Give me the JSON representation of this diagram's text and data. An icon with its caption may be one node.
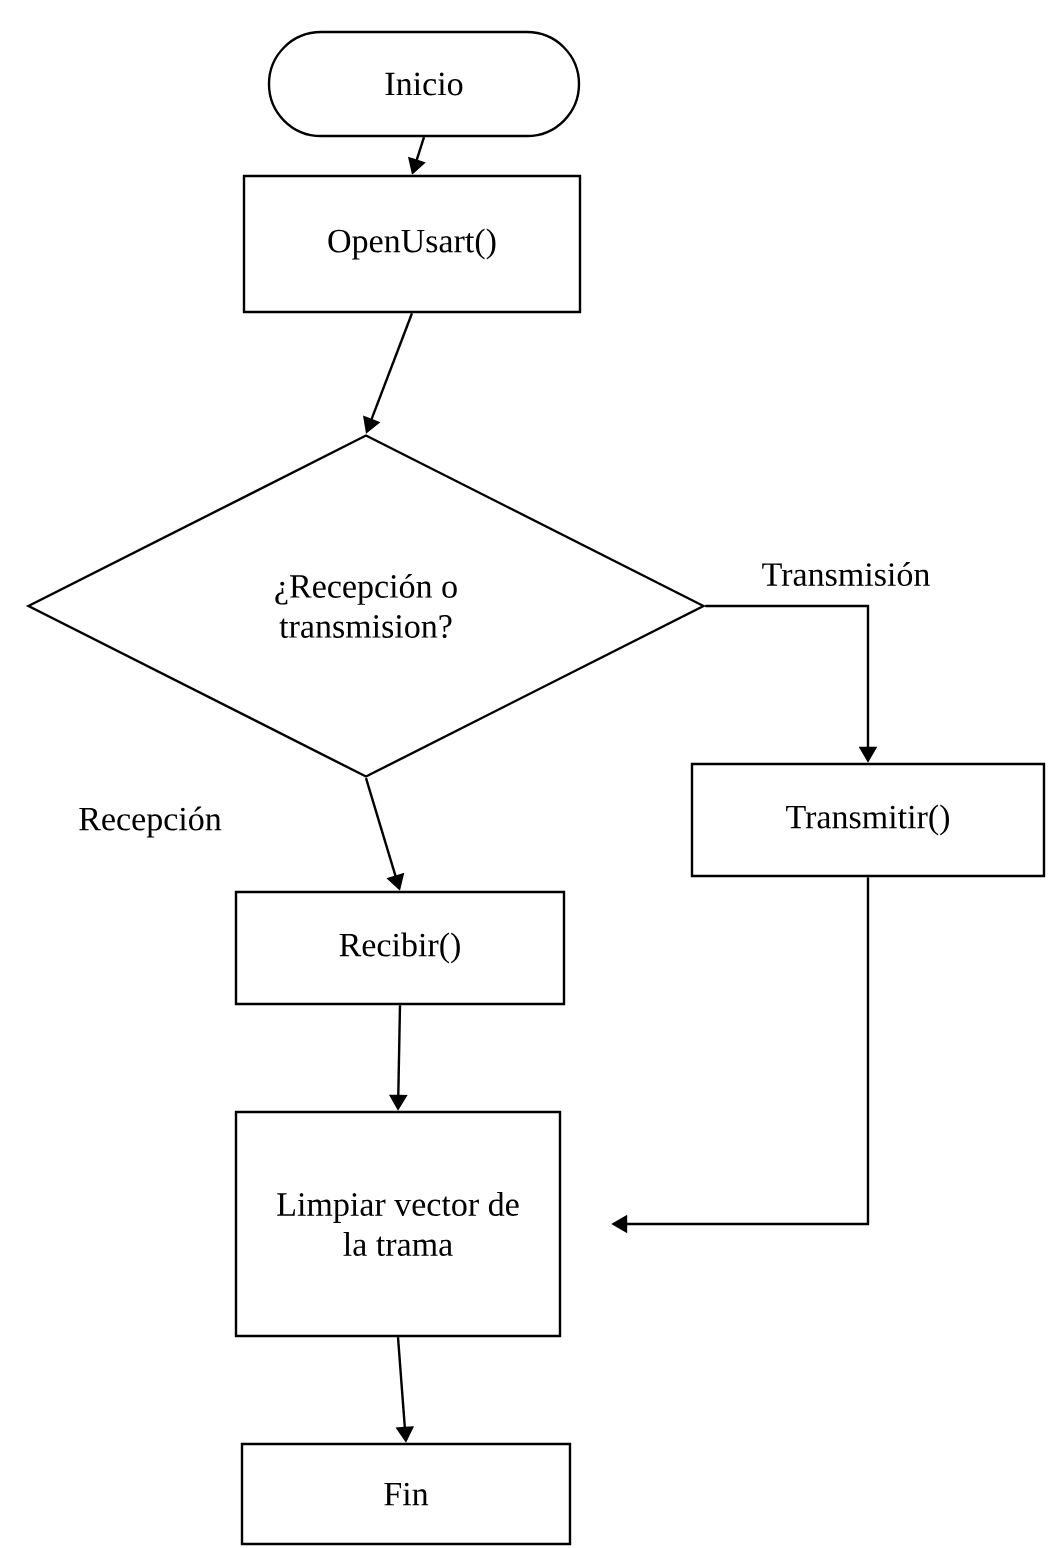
{
  "diagram": {
    "nodes": [
      {
        "text": [
          "Inicio"
        ]
      },
      {
        "text": [
          "OpenUsart()"
        ]
      },
      {
        "text": [
          "¿Recepción o transmision?"
        ]
      },
      {
        "text": [
          "Transmitir()"
        ]
      },
      {
        "text": [
          "Recibir()"
        ]
      },
      {
        "text": [
          "Limpiar vector de la trama"
        ]
      },
      {
        "text": [
          "Fin"
        ]
      }
    ],
    "edges": [
      {
        "from": 0,
        "to": 1,
        "arrow": "to"
      },
      {
        "from": 1,
        "to": 2,
        "arrow": "to"
      },
      {
        "from": 2,
        "to": 3,
        "arrow": "to",
        "label": "Transmisión"
      },
      {
        "from": 2,
        "to": 4,
        "arrow": "to",
        "label": "Recepción"
      },
      {
        "from": 4,
        "to": 5,
        "arrow": "to"
      },
      {
        "from": 3,
        "to": 5,
        "arrow": "to"
      },
      {
        "from": 5,
        "to": 6,
        "arrow": "to"
      }
    ]
  }
}
